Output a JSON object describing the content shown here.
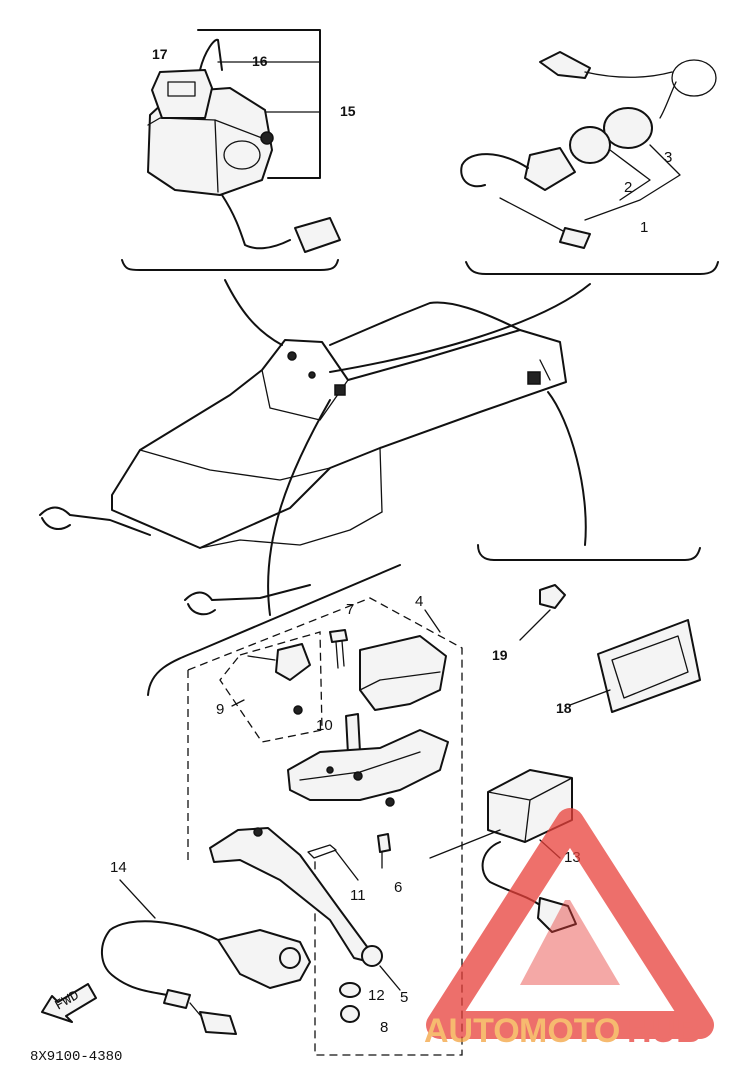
{
  "diagram": {
    "code": "8X9100-4380",
    "watermark": {
      "part1": "AUTO",
      "part2": "MOTO",
      "part3": "HUB",
      "color1": "#f4a340",
      "color2": "#e8403a"
    },
    "callouts": {
      "c1": "1",
      "c2": "2",
      "c3": "3",
      "c4": "4",
      "c5": "5",
      "c6": "6",
      "c7": "7",
      "c8": "8",
      "c9": "9",
      "c10": "10",
      "c11": "11",
      "c12": "12",
      "c13": "13",
      "c14": "14",
      "c15": "15",
      "c16": "16",
      "c17": "17",
      "c18": "18",
      "c19": "19"
    },
    "fwd_label": "FWD"
  }
}
